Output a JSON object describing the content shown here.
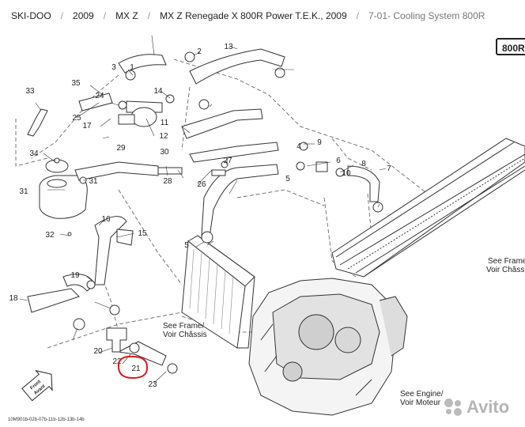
{
  "breadcrumb": {
    "items": [
      "SKI-DOO",
      "2009",
      "MX Z",
      "MX Z Renegade X 800R Power T.E.K., 2009"
    ],
    "current": "7-01- Cooling System 800R",
    "separator": "/"
  },
  "diagram": {
    "model_badge": "800R",
    "part_numbers": [
      "1",
      "2",
      "3",
      "4",
      "5",
      "5",
      "6",
      "7",
      "8",
      "9",
      "10",
      "11",
      "12",
      "13",
      "14",
      "15",
      "16",
      "17",
      "18",
      "19",
      "20",
      "21",
      "22",
      "23",
      "24",
      "25",
      "26",
      "27",
      "28",
      "29",
      "30",
      "31",
      "31",
      "32",
      "33",
      "34",
      "35"
    ],
    "see_frame_left": [
      "See Frame/",
      "Voir Châssis"
    ],
    "see_frame_right": [
      "See Frame",
      "Voir Châssis"
    ],
    "see_engine": [
      "See Engine/",
      "Voir Moteur"
    ],
    "front_arrow": [
      "Front",
      "Avant"
    ],
    "footer_id": "10M901b-02b-07b-11b-12b-13b-14b",
    "highlighted_part": "22",
    "highlight_color": "#d81b1b"
  },
  "watermark": {
    "text": "Avito"
  }
}
